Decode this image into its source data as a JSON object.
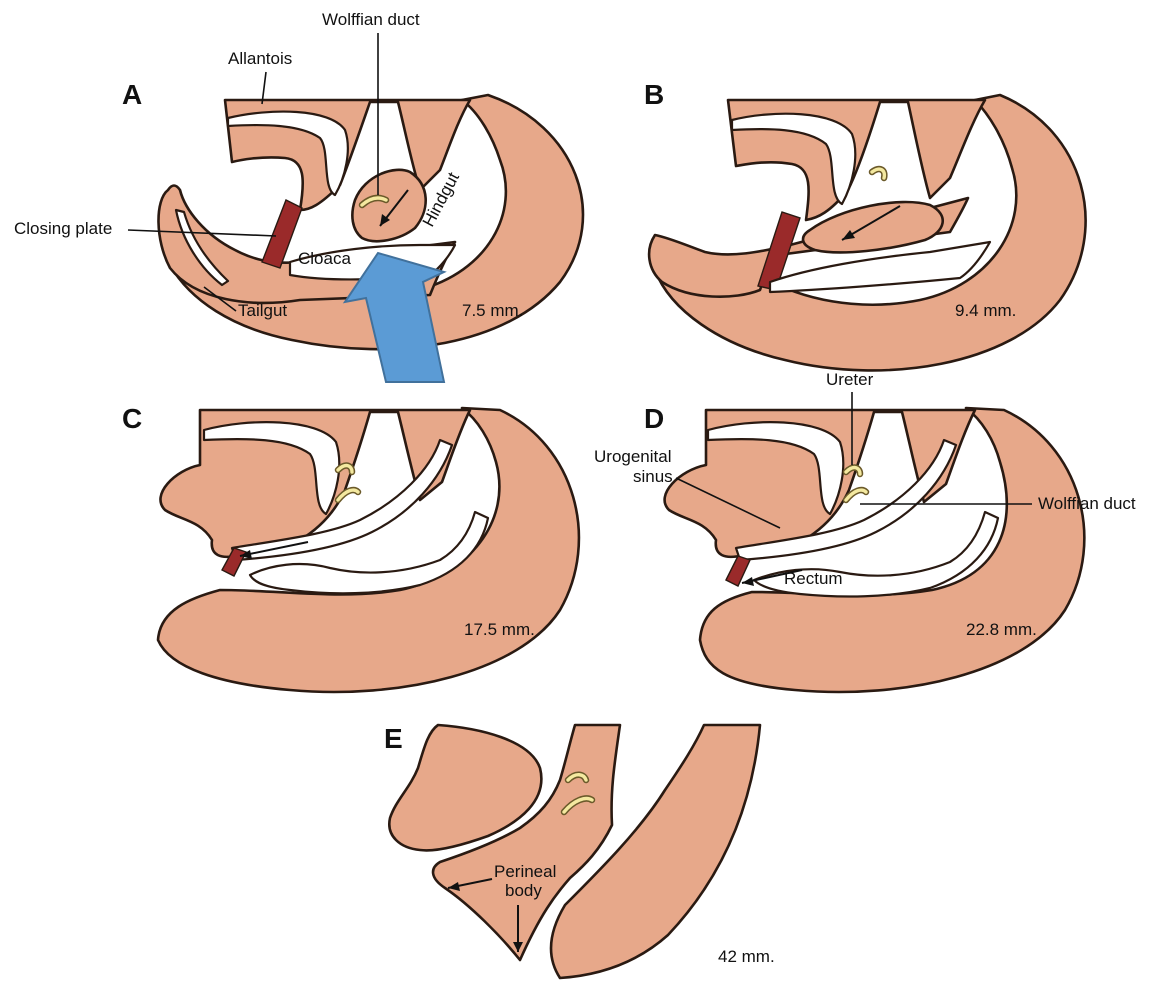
{
  "panels": {
    "a": {
      "letter": "A",
      "size": "7.5 mm."
    },
    "b": {
      "letter": "B",
      "size": "9.4 mm."
    },
    "c": {
      "letter": "C",
      "size": "17.5 mm."
    },
    "d": {
      "letter": "D",
      "size": "22.8 mm."
    },
    "e": {
      "letter": "E",
      "size": "42 mm."
    }
  },
  "labels": {
    "wolffian_duct_a": "Wolffian duct",
    "allantois": "Allantois",
    "hindgut": "Hindgut",
    "closing_plate": "Closing plate",
    "cloaca": "Cloaca",
    "tailgut": "Tailgut",
    "ureter": "Ureter",
    "urogenital_sinus_line1": "Urogenital",
    "urogenital_sinus_line2": "sinus",
    "wolffian_duct_d": "Wolffian duct",
    "rectum": "Rectum",
    "perineal_body_line1": "Perineal",
    "perineal_body_line2": "body"
  },
  "colors": {
    "tissue": "#e7a88a",
    "closing_plate": "#9a2a2a",
    "duct": "#f4e9a0",
    "highlight_arrow": "#5b9bd5"
  }
}
